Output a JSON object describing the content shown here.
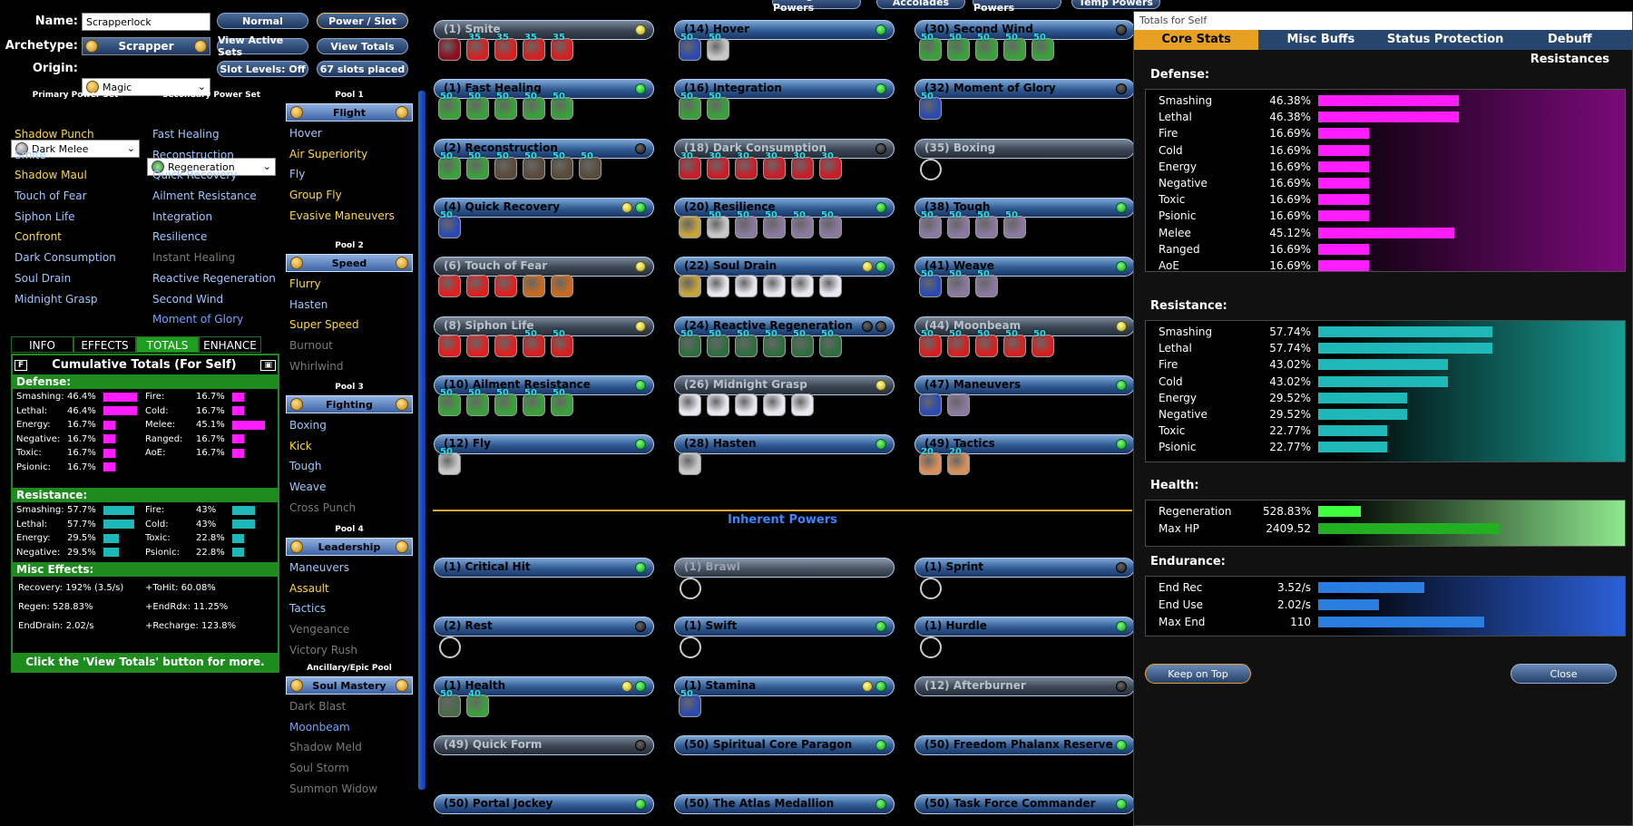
{
  "header": {
    "name_label": "Name:",
    "name_value": "Scrapperlock",
    "archetype_label": "Archetype:",
    "archetype_value": "Scrapper",
    "origin_label": "Origin:",
    "origin_value": "Magic",
    "btn_normal": "Normal",
    "btn_power_slot": "Power / Slot",
    "btn_view_active_sets": "View Active Sets",
    "btn_view_totals": "View Totals",
    "btn_slot_levels": "Slot Levels: Off",
    "btn_slots_placed": "67 slots placed"
  },
  "top_buttons": [
    "Prestige Powers",
    "Accolades",
    "Incarnate Powers",
    "Temp Powers"
  ],
  "primary": {
    "header": "Primary Power Set",
    "value": "Dark Melee",
    "items": [
      {
        "t": "Shadow Punch",
        "c": "y"
      },
      {
        "t": "Smite",
        "c": "b"
      },
      {
        "t": "Shadow Maul",
        "c": "y"
      },
      {
        "t": "Touch of Fear",
        "c": "b"
      },
      {
        "t": "Siphon Life",
        "c": "b"
      },
      {
        "t": "Confront",
        "c": "y"
      },
      {
        "t": "Dark Consumption",
        "c": "b"
      },
      {
        "t": "Soul Drain",
        "c": "b"
      },
      {
        "t": "Midnight Grasp",
        "c": "b"
      }
    ]
  },
  "secondary": {
    "header": "Secondary Power Set",
    "value": "Regeneration",
    "items": [
      {
        "t": "Fast Healing",
        "c": "b"
      },
      {
        "t": "Reconstruction",
        "c": "b"
      },
      {
        "t": "Quick Recovery",
        "c": "b"
      },
      {
        "t": "Ailment Resistance",
        "c": "b"
      },
      {
        "t": "Integration",
        "c": "b"
      },
      {
        "t": "Resilience",
        "c": "b"
      },
      {
        "t": "Instant Healing",
        "c": "gr"
      },
      {
        "t": "Reactive Regeneration",
        "c": "b"
      },
      {
        "t": "Second Wind",
        "c": "b"
      },
      {
        "t": "Moment of Glory",
        "c": "lb"
      }
    ]
  },
  "pools": [
    {
      "header": "Pool 1",
      "value": "Flight",
      "items": [
        {
          "t": "Hover",
          "c": "b"
        },
        {
          "t": "Air Superiority",
          "c": "y"
        },
        {
          "t": "Fly",
          "c": "b"
        },
        {
          "t": "Group Fly",
          "c": "y"
        },
        {
          "t": "Evasive Maneuvers",
          "c": "y"
        }
      ]
    },
    {
      "header": "Pool 2",
      "value": "Speed",
      "items": [
        {
          "t": "Flurry",
          "c": "y"
        },
        {
          "t": "Hasten",
          "c": "b"
        },
        {
          "t": "Super Speed",
          "c": "y"
        },
        {
          "t": "Burnout",
          "c": "gr"
        },
        {
          "t": "Whirlwind",
          "c": "gr"
        }
      ]
    },
    {
      "header": "Pool 3",
      "value": "Fighting",
      "items": [
        {
          "t": "Boxing",
          "c": "b"
        },
        {
          "t": "Kick",
          "c": "y"
        },
        {
          "t": "Tough",
          "c": "b"
        },
        {
          "t": "Weave",
          "c": "b"
        },
        {
          "t": "Cross Punch",
          "c": "gr"
        }
      ]
    },
    {
      "header": "Pool 4",
      "value": "Leadership",
      "items": [
        {
          "t": "Maneuvers",
          "c": "b"
        },
        {
          "t": "Assault",
          "c": "y"
        },
        {
          "t": "Tactics",
          "c": "b"
        },
        {
          "t": "Vengeance",
          "c": "gr"
        },
        {
          "t": "Victory Rush",
          "c": "gr"
        }
      ]
    },
    {
      "header": "Ancillary/Epic Pool",
      "value": "Soul Mastery",
      "items": [
        {
          "t": "Dark Blast",
          "c": "gr"
        },
        {
          "t": "Moonbeam",
          "c": "lb"
        },
        {
          "t": "Shadow Meld",
          "c": "gr"
        },
        {
          "t": "Soul Storm",
          "c": "gr"
        },
        {
          "t": "Summon Widow",
          "c": "gr"
        }
      ]
    }
  ],
  "info_tabs": [
    "INFO",
    "EFFECTS",
    "TOTALS",
    "ENHANCE"
  ],
  "totals": {
    "f_label": "F",
    "title": "Cumulative Totals (For Self)",
    "defense_label": "Defense:",
    "defense": [
      {
        "l": "Smashing:",
        "v": "46.4%",
        "f": 0.87
      },
      {
        "l": "Fire:",
        "v": "16.7%",
        "f": 0.31
      },
      {
        "l": "Lethal:",
        "v": "46.4%",
        "f": 0.87
      },
      {
        "l": "Cold:",
        "v": "16.7%",
        "f": 0.31
      },
      {
        "l": "Energy:",
        "v": "16.7%",
        "f": 0.31
      },
      {
        "l": "Melee:",
        "v": "45.1%",
        "f": 0.85
      },
      {
        "l": "Negative:",
        "v": "16.7%",
        "f": 0.31
      },
      {
        "l": "Ranged:",
        "v": "16.7%",
        "f": 0.31
      },
      {
        "l": "Toxic:",
        "v": "16.7%",
        "f": 0.31
      },
      {
        "l": "AoE:",
        "v": "16.7%",
        "f": 0.31
      },
      {
        "l": "Psionic:",
        "v": "16.7%",
        "f": 0.31
      }
    ],
    "resistance_label": "Resistance:",
    "resistance": [
      {
        "l": "Smashing:",
        "v": "57.7%",
        "f": 0.8
      },
      {
        "l": "Fire:",
        "v": "43%",
        "f": 0.6
      },
      {
        "l": "Lethal:",
        "v": "57.7%",
        "f": 0.8
      },
      {
        "l": "Cold:",
        "v": "43%",
        "f": 0.6
      },
      {
        "l": "Energy:",
        "v": "29.5%",
        "f": 0.41
      },
      {
        "l": "Toxic:",
        "v": "22.8%",
        "f": 0.32
      },
      {
        "l": "Negative:",
        "v": "29.5%",
        "f": 0.41
      },
      {
        "l": "Psionic:",
        "v": "22.8%",
        "f": 0.32
      }
    ],
    "misc_label": "Misc Effects:",
    "misc": [
      {
        "l": "Recovery: 192% (3.5/s)"
      },
      {
        "l": "+ToHit: 60.08%"
      },
      {
        "l": "Regen: 528.83%"
      },
      {
        "l": "+EndRdx: 11.25%"
      },
      {
        "l": "EndDrain: 2.02/s"
      },
      {
        "l": "+Recharge: 123.8%"
      }
    ],
    "footer": "Click the 'View Totals' button for more."
  },
  "slots": [
    {
      "name": "(1) Smite",
      "st": "off",
      "col": 0,
      "row": 0,
      "lamps": [
        "yw"
      ],
      "enh": [
        [
          "",
          "r1"
        ],
        [
          "35",
          "r2"
        ],
        [
          "35",
          "r2"
        ],
        [
          "35",
          "r2"
        ],
        [
          "35",
          "r2"
        ]
      ]
    },
    {
      "name": "(14) Hover",
      "st": "on",
      "col": 1,
      "row": 0,
      "lamps": [
        "gn"
      ],
      "enh": [
        [
          "50",
          "b1"
        ],
        [
          "50",
          "w1"
        ]
      ]
    },
    {
      "name": "(30) Second Wind",
      "st": "on",
      "col": 2,
      "row": 0,
      "lamps": [
        "dk"
      ],
      "enh": [
        [
          "50",
          "g1"
        ],
        [
          "50",
          "g1"
        ],
        [
          "50",
          "g1"
        ],
        [
          "50",
          "g1"
        ],
        [
          "50",
          "g1"
        ]
      ]
    },
    {
      "name": "(1) Fast Healing",
      "st": "on",
      "col": 0,
      "row": 1,
      "lamps": [
        "gn"
      ],
      "enh": [
        [
          "50",
          "g1"
        ],
        [
          "50",
          "g1"
        ],
        [
          "50",
          "g1"
        ],
        [
          "50",
          "g1"
        ],
        [
          "50",
          "g1"
        ]
      ]
    },
    {
      "name": "(16) Integration",
      "st": "on",
      "col": 1,
      "row": 1,
      "lamps": [
        "gn"
      ],
      "enh": [
        [
          "50",
          "g1"
        ],
        [
          "50",
          "g1"
        ]
      ]
    },
    {
      "name": "(32) Moment of Glory",
      "st": "on",
      "col": 2,
      "row": 1,
      "lamps": [
        "dk"
      ],
      "enh": [
        [
          "50",
          "b1"
        ]
      ]
    },
    {
      "name": "(2) Reconstruction",
      "st": "on",
      "col": 0,
      "row": 2,
      "lamps": [
        "dk"
      ],
      "enh": [
        [
          "50",
          "g1"
        ],
        [
          "50",
          "g1"
        ],
        [
          "50",
          "r3"
        ],
        [
          "50",
          "r3"
        ],
        [
          "50",
          "r3"
        ],
        [
          "50",
          "r3"
        ]
      ]
    },
    {
      "name": "(18) Dark Consumption",
      "st": "off",
      "col": 1,
      "row": 2,
      "lamps": [
        "dk"
      ],
      "enh": [
        [
          "30",
          "r4"
        ],
        [
          "30",
          "r4"
        ],
        [
          "30",
          "r4"
        ],
        [
          "30",
          "r4"
        ],
        [
          "30",
          "r4"
        ],
        [
          "30",
          "r4"
        ]
      ]
    },
    {
      "name": "(35) Boxing",
      "st": "off",
      "col": 2,
      "row": 2,
      "lamps": [],
      "enh": [],
      "empty": true
    },
    {
      "name": "(4) Quick Recovery",
      "st": "on",
      "col": 0,
      "row": 3,
      "lamps": [
        "yw",
        "gn"
      ],
      "enh": [
        [
          "50",
          "b1"
        ]
      ]
    },
    {
      "name": "(20) Resilience",
      "st": "on",
      "col": 1,
      "row": 3,
      "lamps": [
        "gn"
      ],
      "enh": [
        [
          "",
          "y1"
        ],
        [
          "50",
          "w1"
        ],
        [
          "50",
          "p1"
        ],
        [
          "50",
          "p1"
        ],
        [
          "50",
          "p1"
        ],
        [
          "50",
          "p1"
        ]
      ]
    },
    {
      "name": "(38) Tough",
      "st": "on",
      "col": 2,
      "row": 3,
      "lamps": [
        "gn"
      ],
      "enh": [
        [
          "50",
          "p1"
        ],
        [
          "50",
          "p1"
        ],
        [
          "50",
          "p1"
        ],
        [
          "50",
          "p1"
        ]
      ]
    },
    {
      "name": "(6) Touch of Fear",
      "st": "off",
      "col": 0,
      "row": 4,
      "lamps": [
        "yw"
      ],
      "enh": [
        [
          "",
          "r5"
        ],
        [
          "",
          "r5"
        ],
        [
          "",
          "r5"
        ],
        [
          "",
          "o1"
        ],
        [
          "",
          "o1"
        ]
      ]
    },
    {
      "name": "(22) Soul Drain",
      "st": "on",
      "col": 1,
      "row": 4,
      "lamps": [
        "yw",
        "gn"
      ],
      "enh": [
        [
          "",
          "y1"
        ],
        [
          "",
          "r6"
        ],
        [
          "",
          "r6"
        ],
        [
          "",
          "r6"
        ],
        [
          "",
          "r6"
        ],
        [
          "",
          "r6"
        ]
      ]
    },
    {
      "name": "(41) Weave",
      "st": "on",
      "col": 2,
      "row": 4,
      "lamps": [
        "gn"
      ],
      "enh": [
        [
          "50",
          "b1"
        ],
        [
          "50",
          "p1"
        ],
        [
          "50",
          "p1"
        ]
      ]
    },
    {
      "name": "(8) Siphon Life",
      "st": "off",
      "col": 0,
      "row": 5,
      "lamps": [
        "yw"
      ],
      "enh": [
        [
          "",
          "r5"
        ],
        [
          "",
          "r5"
        ],
        [
          "",
          "r5"
        ],
        [
          "50",
          "r2"
        ],
        [
          "50",
          "r2"
        ]
      ]
    },
    {
      "name": "(24) Reactive Regeneration",
      "st": "on",
      "col": 1,
      "row": 5,
      "lamps": [
        "dk",
        "dk"
      ],
      "enh": [
        [
          "50",
          "g2"
        ],
        [
          "50",
          "g2"
        ],
        [
          "50",
          "g2"
        ],
        [
          "50",
          "g2"
        ],
        [
          "50",
          "g2"
        ],
        [
          "50",
          "g2"
        ]
      ]
    },
    {
      "name": "(44) Moonbeam",
      "st": "off",
      "col": 2,
      "row": 5,
      "lamps": [
        "yw"
      ],
      "enh": [
        [
          "50",
          "r2"
        ],
        [
          "50",
          "r2"
        ],
        [
          "50",
          "r2"
        ],
        [
          "50",
          "r2"
        ],
        [
          "50",
          "r2"
        ]
      ]
    },
    {
      "name": "(10) Ailment Resistance",
      "st": "on",
      "col": 0,
      "row": 6,
      "lamps": [
        "gn"
      ],
      "enh": [
        [
          "50",
          "g1"
        ],
        [
          "50",
          "g1"
        ],
        [
          "50",
          "g1"
        ],
        [
          "50",
          "g1"
        ],
        [
          "50",
          "g1"
        ]
      ]
    },
    {
      "name": "(26) Midnight Grasp",
      "st": "off",
      "col": 1,
      "row": 6,
      "lamps": [
        "yw"
      ],
      "enh": [
        [
          "",
          "r6"
        ],
        [
          "",
          "r6"
        ],
        [
          "",
          "r6"
        ],
        [
          "",
          "r6"
        ],
        [
          "",
          "r6"
        ]
      ]
    },
    {
      "name": "(47) Maneuvers",
      "st": "on",
      "col": 2,
      "row": 6,
      "lamps": [
        "gn"
      ],
      "enh": [
        [
          "",
          "b1"
        ],
        [
          "",
          "p1"
        ]
      ]
    },
    {
      "name": "(12) Fly",
      "st": "on",
      "col": 0,
      "row": 7,
      "lamps": [
        "gn"
      ],
      "enh": [
        [
          "50",
          "w1"
        ]
      ]
    },
    {
      "name": "(28) Hasten",
      "st": "on",
      "col": 1,
      "row": 7,
      "lamps": [
        "gn"
      ],
      "enh": [
        [
          "",
          "w1"
        ]
      ]
    },
    {
      "name": "(49) Tactics",
      "st": "on",
      "col": 2,
      "row": 7,
      "lamps": [
        "gn"
      ],
      "enh": [
        [
          "20",
          "o2"
        ],
        [
          "20",
          "o2"
        ]
      ]
    }
  ],
  "inherent_label": "Inherent Powers",
  "inherent": [
    {
      "name": "(1) Critical Hit",
      "st": "on",
      "col": 0,
      "row": 0,
      "lamps": [
        "gn"
      ],
      "enh": []
    },
    {
      "name": "(1) Brawl",
      "st": "dis",
      "col": 1,
      "row": 0,
      "lamps": [],
      "enh": [],
      "empty": true
    },
    {
      "name": "(1) Sprint",
      "st": "on",
      "col": 2,
      "row": 0,
      "lamps": [
        "dk"
      ],
      "enh": [],
      "empty": true
    },
    {
      "name": "(2) Rest",
      "st": "on",
      "col": 0,
      "row": 1,
      "lamps": [
        "dk"
      ],
      "enh": [],
      "empty": true
    },
    {
      "name": "(1) Swift",
      "st": "on",
      "col": 1,
      "row": 1,
      "lamps": [
        "gn"
      ],
      "enh": [],
      "empty": true
    },
    {
      "name": "(1) Hurdle",
      "st": "on",
      "col": 2,
      "row": 1,
      "lamps": [
        "gn"
      ],
      "enh": [],
      "empty": true
    },
    {
      "name": "(1) Health",
      "st": "on",
      "col": 0,
      "row": 2,
      "lamps": [
        "yw",
        "gn"
      ],
      "enh": [
        [
          "50",
          "g3"
        ],
        [
          "40",
          "g1"
        ]
      ]
    },
    {
      "name": "(1) Stamina",
      "st": "on",
      "col": 1,
      "row": 2,
      "lamps": [
        "yw",
        "gn"
      ],
      "enh": [
        [
          "50",
          "b1"
        ]
      ]
    },
    {
      "name": "(12) Afterburner",
      "st": "off",
      "col": 2,
      "row": 2,
      "lamps": [
        "dk"
      ],
      "enh": []
    },
    {
      "name": "(49) Quick Form",
      "st": "off",
      "col": 0,
      "row": 3,
      "lamps": [
        "dk"
      ],
      "enh": []
    },
    {
      "name": "(50) Spiritual Core Paragon",
      "st": "on",
      "col": 1,
      "row": 3,
      "lamps": [
        "gn"
      ],
      "enh": []
    },
    {
      "name": "(50) Freedom Phalanx Reserve",
      "st": "on",
      "col": 2,
      "row": 3,
      "lamps": [
        "gn"
      ],
      "enh": []
    },
    {
      "name": "(50) Portal Jockey",
      "st": "on",
      "col": 0,
      "row": 4,
      "lamps": [
        "gn"
      ],
      "enh": []
    },
    {
      "name": "(50) The Atlas Medallion",
      "st": "on",
      "col": 1,
      "row": 4,
      "lamps": [
        "gn"
      ],
      "enh": []
    },
    {
      "name": "(50) Task Force Commander",
      "st": "on",
      "col": 2,
      "row": 4,
      "lamps": [
        "gn"
      ],
      "enh": []
    }
  ],
  "panel": {
    "title": "Totals for Self",
    "tabs": [
      "Core Stats",
      "Misc Buffs",
      "Status Protection",
      "Debuff Resistances"
    ],
    "defense_label": "Defense:",
    "defense": [
      {
        "l": "Smashing",
        "v": "46.38%",
        "f": 0.464
      },
      {
        "l": "Lethal",
        "v": "46.38%",
        "f": 0.464
      },
      {
        "l": "Fire",
        "v": "16.69%",
        "f": 0.167
      },
      {
        "l": "Cold",
        "v": "16.69%",
        "f": 0.167
      },
      {
        "l": "Energy",
        "v": "16.69%",
        "f": 0.167
      },
      {
        "l": "Negative",
        "v": "16.69%",
        "f": 0.167
      },
      {
        "l": "Toxic",
        "v": "16.69%",
        "f": 0.167
      },
      {
        "l": "Psionic",
        "v": "16.69%",
        "f": 0.167
      },
      {
        "l": "Melee",
        "v": "45.12%",
        "f": 0.451
      },
      {
        "l": "Ranged",
        "v": "16.69%",
        "f": 0.167
      },
      {
        "l": "AoE",
        "v": "16.69%",
        "f": 0.167
      }
    ],
    "resistance_label": "Resistance:",
    "resistance": [
      {
        "l": "Smashing",
        "v": "57.74%",
        "f": 0.577
      },
      {
        "l": "Lethal",
        "v": "57.74%",
        "f": 0.577
      },
      {
        "l": "Fire",
        "v": "43.02%",
        "f": 0.43
      },
      {
        "l": "Cold",
        "v": "43.02%",
        "f": 0.43
      },
      {
        "l": "Energy",
        "v": "29.52%",
        "f": 0.295
      },
      {
        "l": "Negative",
        "v": "29.52%",
        "f": 0.295
      },
      {
        "l": "Toxic",
        "v": "22.77%",
        "f": 0.228
      },
      {
        "l": "Psionic",
        "v": "22.77%",
        "f": 0.228
      }
    ],
    "health_label": "Health:",
    "health": [
      {
        "l": "Regeneration",
        "v": "528.83%",
        "f": 0.14
      },
      {
        "l": "Max HP",
        "v": "2409.52",
        "f": 0.6
      }
    ],
    "endurance_label": "Endurance:",
    "endurance": [
      {
        "l": "End Rec",
        "v": "3.52/s",
        "f": 0.35
      },
      {
        "l": "End Use",
        "v": "2.02/s",
        "f": 0.2
      },
      {
        "l": "Max End",
        "v": "110",
        "f": 0.55
      }
    ],
    "btn_keep_on_top": "Keep on Top",
    "btn_close": "Close"
  },
  "colors": {
    "defense_bar": "#ff1cff",
    "resist_bar": "#1fb8b8",
    "regen_bar": "#3cff3c",
    "hp_bar": "#22b022",
    "end_bar": "#2a7de0"
  }
}
